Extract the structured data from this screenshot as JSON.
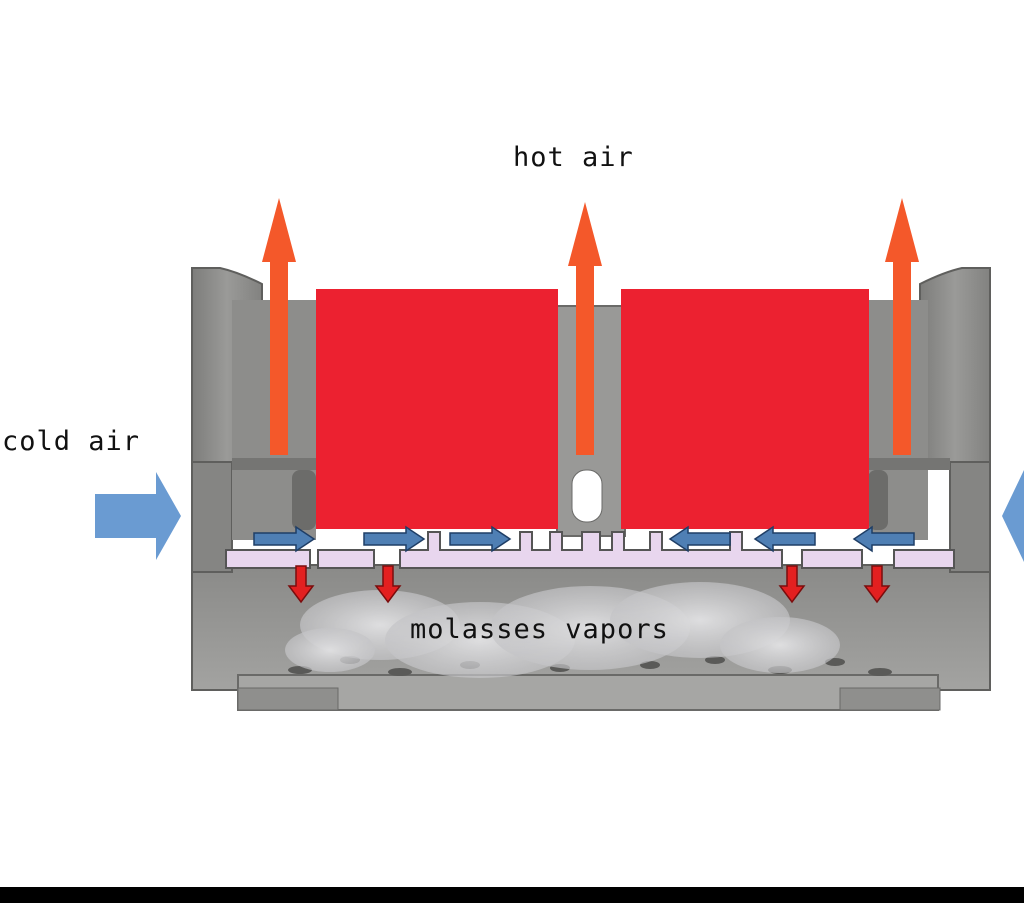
{
  "labels": {
    "hot_air": "hot air",
    "cold_air": "cold air",
    "molasses_vapors": "molasses vapors"
  },
  "colors": {
    "housing": "#8e8e8c",
    "housing_dark": "#6f6f6d",
    "heating_block": "#ec2130",
    "hot_air_arrow": "#f4582a",
    "cold_air_arrow": "#6a9bd2",
    "flow_arrow": "#4f7fb4",
    "vapor_arrow": "#e32020",
    "plate": "#e8d6ee",
    "vapor_cloud": "#d9d9dc"
  }
}
